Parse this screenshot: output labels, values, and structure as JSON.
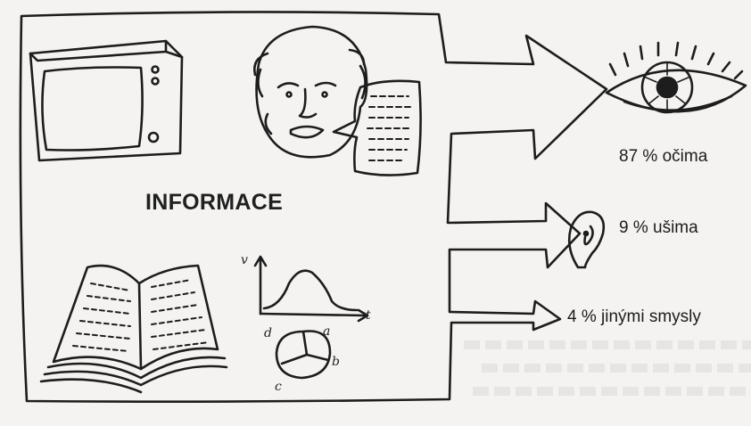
{
  "title": "INFORMACE",
  "senses": [
    {
      "label": "87 % očima",
      "percent": 87,
      "icon": "eye-icon"
    },
    {
      "label": "9 % ušima",
      "percent": 9,
      "icon": "ear-icon"
    },
    {
      "label": "4 % jinými smysly",
      "percent": 4,
      "icon": "other-senses"
    }
  ],
  "graph": {
    "y_label": "v",
    "x_label": "t",
    "pie_labels": [
      "a",
      "b",
      "c",
      "d"
    ]
  },
  "icons": [
    "tv-icon",
    "speaker-head-icon",
    "speech-bubble-icon",
    "open-book-icon",
    "graph-icon",
    "pie-chart-icon",
    "eye-icon",
    "ear-icon"
  ]
}
